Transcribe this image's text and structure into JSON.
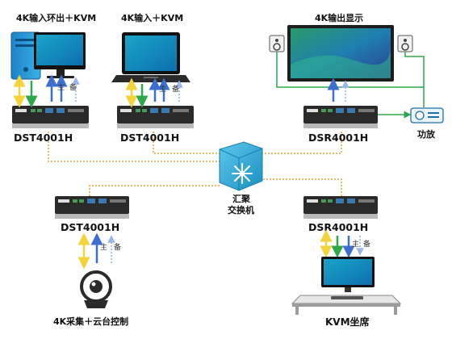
{
  "diagram": {
    "labels": {
      "top_left_source": "4K输入环出＋KVM",
      "top_mid_source": "4K输入＋KVM",
      "display": "4K输出显示",
      "switch_line1": "汇聚",
      "switch_line2": "交换机",
      "amplifier": "功放",
      "camera": "4K采集＋云台控制",
      "kvm_desk": "KVM坐席",
      "main_mark": "主",
      "backup_mark": "备"
    },
    "devices": {
      "encoder_top_left": "DST4001H",
      "encoder_top_mid": "DST4001H",
      "decoder_top_right": "DSR4001H",
      "encoder_bottom_left": "DST4001H",
      "decoder_bottom_right": "DSR4001H"
    },
    "colors": {
      "network_link": "#e9a040",
      "usb_link": "#f3d23a",
      "video_link": "#2ea84a",
      "main_stream": "#3d6fd0",
      "backup_stream": "#9ab6e8",
      "switch": "#2fb0d8",
      "device_body": "#2a2a2a"
    }
  }
}
